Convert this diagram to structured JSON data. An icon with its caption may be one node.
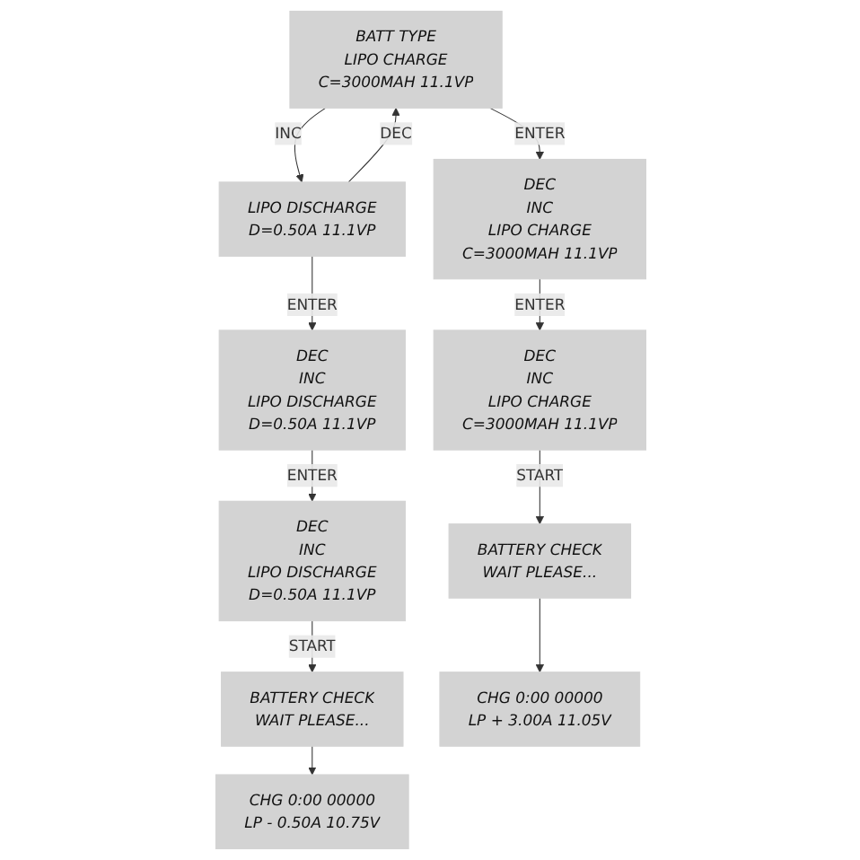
{
  "diagram": {
    "nodes": [
      {
        "text": [
          "BATT TYPE",
          "LIPO CHARGE",
          "C=3000MAH 11.1VP"
        ]
      },
      {
        "text": [
          "LIPO DISCHARGE",
          "D=0.50A 11.1VP"
        ]
      },
      {
        "text": [
          "DEC",
          "INC",
          "LIPO CHARGE",
          "C=3000MAH 11.1VP"
        ]
      },
      {
        "text": [
          "DEC",
          "INC",
          "LIPO DISCHARGE",
          "D=0.50A 11.1VP"
        ]
      },
      {
        "text": [
          "DEC",
          "INC",
          "LIPO CHARGE",
          "C=3000MAH 11.1VP"
        ]
      },
      {
        "text": [
          "DEC",
          "INC",
          "LIPO DISCHARGE",
          "D=0.50A 11.1VP"
        ]
      },
      {
        "text": [
          "BATTERY CHECK",
          "WAIT PLEASE..."
        ]
      },
      {
        "text": [
          "BATTERY CHECK",
          "WAIT PLEASE..."
        ]
      },
      {
        "text": [
          "CHG 0:00 00000",
          "LP + 3.00A 11.05V"
        ]
      },
      {
        "text": [
          "CHG 0:00 00000",
          "LP - 0.50A 10.75V"
        ]
      }
    ],
    "edges": [
      {
        "from": 0,
        "to": 1,
        "arrow": "to",
        "label": "INC"
      },
      {
        "from": 1,
        "to": 0,
        "arrow": "to",
        "label": "DEC"
      },
      {
        "from": 0,
        "to": 2,
        "arrow": "to",
        "label": "ENTER"
      },
      {
        "from": 1,
        "to": 3,
        "arrow": "to",
        "label": "ENTER"
      },
      {
        "from": 2,
        "to": 4,
        "arrow": "to",
        "label": "ENTER"
      },
      {
        "from": 3,
        "to": 5,
        "arrow": "to",
        "label": "ENTER"
      },
      {
        "from": 4,
        "to": 6,
        "arrow": "to",
        "label": "START"
      },
      {
        "from": 5,
        "to": 7,
        "arrow": "to",
        "label": "START"
      },
      {
        "from": 6,
        "to": 8,
        "arrow": "to"
      },
      {
        "from": 7,
        "to": 9,
        "arrow": "to"
      }
    ]
  }
}
